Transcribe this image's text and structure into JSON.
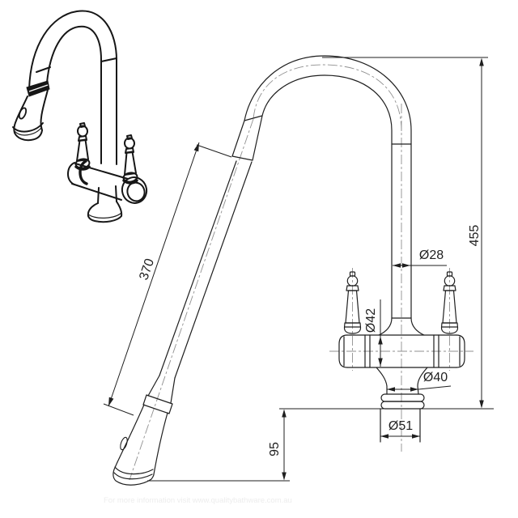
{
  "drawing": {
    "dimensions": {
      "hose_extension": "370",
      "overall_height": "455",
      "spout_tube_diameter": "Ø28",
      "body_diameter": "Ø42",
      "column_diameter": "Ø40",
      "base_diameter": "Ø51",
      "under_counter_depth": "95"
    },
    "watermark": "For more information visit www.qualitybathware.com.au",
    "colors": {
      "line": "#1f1f1f",
      "centerline": "#8f8f8f",
      "background": "#ffffff",
      "watermark": "#ededed"
    }
  }
}
